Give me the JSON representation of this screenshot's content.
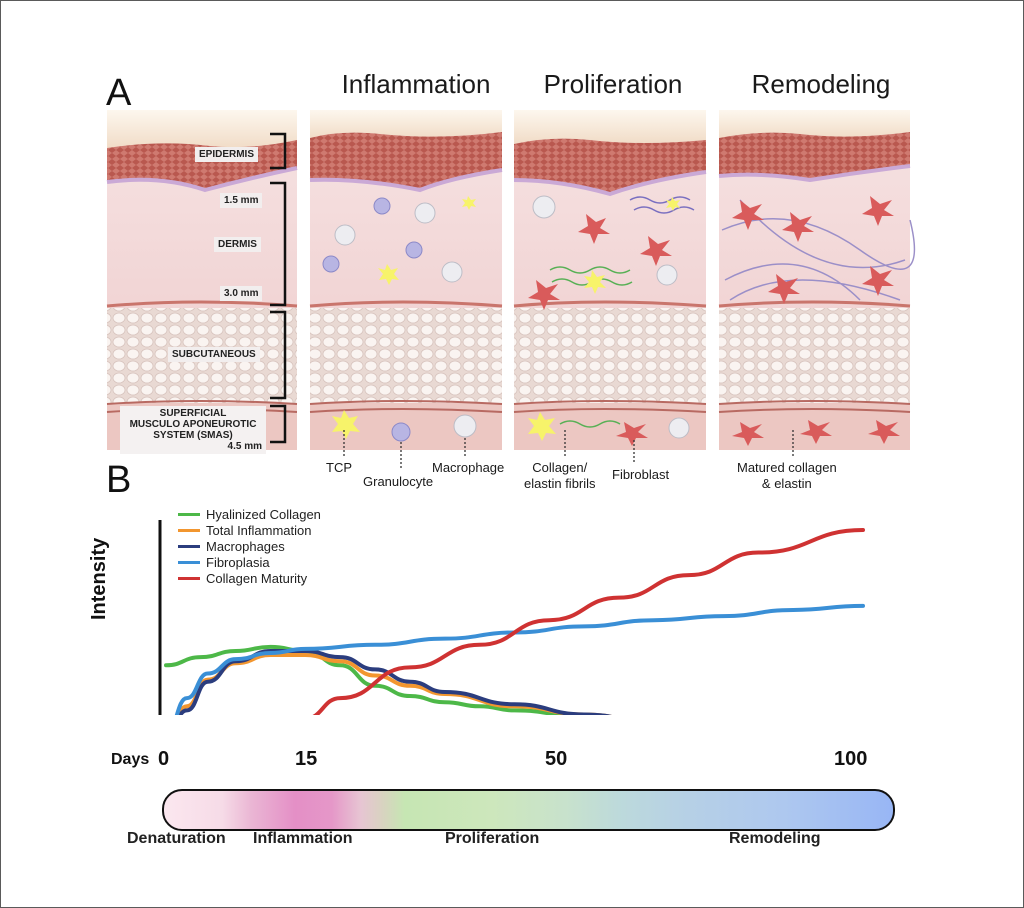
{
  "panel_a": {
    "letter": "A",
    "stages": [
      "Inflammation",
      "Proliferation",
      "Remodeling"
    ],
    "layers": {
      "epidermis": "EPIDERMIS",
      "depth_1": "1.5 mm",
      "dermis": "DERMIS",
      "depth_2": "3.0 mm",
      "subcutaneous": "SUBCUTANEOUS",
      "smas_line1": "SUPERFICIAL",
      "smas_line2": "MUSCULO APONEUROTIC",
      "smas_line3": "SYSTEM (SMAS)",
      "smas_depth": "4.5 mm"
    },
    "callouts": {
      "tcp": "TCP",
      "granulocyte": "Granulocyte",
      "macrophage": "Macrophage",
      "collagen_line1": "Collagen/",
      "collagen_line2": "elastin fibrils",
      "fibroblast": "Fibroblast",
      "matured_line1": "Matured collagen",
      "matured_line2": "& elastin"
    },
    "colors": {
      "epidermis": "#b9584f",
      "dermis": "#f1d5d5",
      "fat": "#f3eae6",
      "fibroblast": "#d95b5b",
      "tcp": "#f7f36a",
      "granulocyte": "#a9a6dd",
      "macrophage": "#e8e8ec"
    }
  },
  "panel_b": {
    "letter": "B",
    "days_label": "Days",
    "phase_bar": [
      "Denaturation",
      "Inflammation",
      "Proliferation",
      "Remodeling"
    ]
  },
  "chart_data": {
    "type": "line",
    "title": "",
    "xlabel": "Days",
    "ylabel": "Intensity",
    "xticks": [
      0,
      15,
      50,
      100
    ],
    "xlim": [
      0,
      100
    ],
    "ylim": [
      0,
      1
    ],
    "legend_position": "top-left",
    "series": [
      {
        "name": "Hyalinized Collagen",
        "color": "#4db848",
        "x": [
          0,
          5,
          10,
          15,
          20,
          25,
          30,
          35,
          40,
          45,
          50,
          60,
          70,
          80,
          90,
          100
        ],
        "y": [
          0.34,
          0.38,
          0.41,
          0.43,
          0.41,
          0.34,
          0.24,
          0.19,
          0.16,
          0.14,
          0.12,
          0.09,
          0.06,
          0.04,
          0.03,
          0.02
        ]
      },
      {
        "name": "Total Inflammation",
        "color": "#f2962f",
        "x": [
          0,
          3,
          6,
          10,
          15,
          20,
          25,
          30,
          35,
          40,
          50,
          60,
          70,
          80,
          90
        ],
        "y": [
          0.0,
          0.14,
          0.27,
          0.35,
          0.39,
          0.39,
          0.36,
          0.29,
          0.24,
          0.2,
          0.14,
          0.1,
          0.06,
          0.03,
          0.0
        ]
      },
      {
        "name": "Macrophages",
        "color": "#2b3d7e",
        "x": [
          0,
          3,
          6,
          10,
          15,
          20,
          25,
          30,
          35,
          40,
          50,
          60,
          70,
          80,
          90
        ],
        "y": [
          0.0,
          0.12,
          0.26,
          0.36,
          0.41,
          0.41,
          0.38,
          0.32,
          0.26,
          0.21,
          0.15,
          0.1,
          0.06,
          0.03,
          0.0
        ]
      },
      {
        "name": "Fibroplasia",
        "color": "#3a8fd6",
        "x": [
          0,
          3,
          6,
          10,
          15,
          20,
          30,
          40,
          50,
          60,
          70,
          80,
          90,
          100
        ],
        "y": [
          0.0,
          0.18,
          0.3,
          0.37,
          0.4,
          0.42,
          0.44,
          0.47,
          0.5,
          0.53,
          0.56,
          0.58,
          0.61,
          0.63
        ]
      },
      {
        "name": "Collagen Maturity",
        "color": "#cf3232",
        "x": [
          0,
          10,
          15,
          20,
          25,
          35,
          45,
          55,
          65,
          75,
          85,
          100
        ],
        "y": [
          0.0,
          0.02,
          0.04,
          0.08,
          0.18,
          0.33,
          0.44,
          0.56,
          0.67,
          0.78,
          0.89,
          1.0
        ]
      }
    ]
  }
}
